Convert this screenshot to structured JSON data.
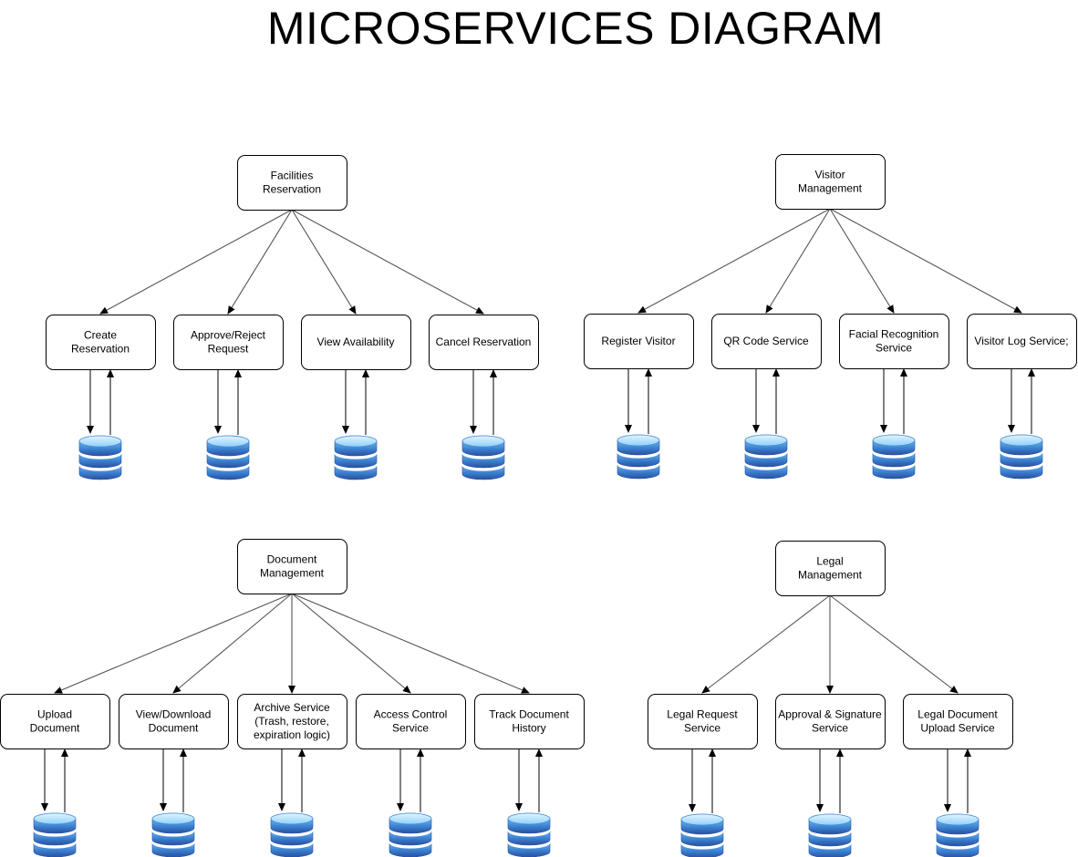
{
  "title": "MICROSERVICES DIAGRAM",
  "colors": {
    "db_top": "#bfe6ff",
    "db_mid": "#3f8fd6",
    "db_dark": "#2a5aa8",
    "stroke": "#000000"
  },
  "groups": [
    {
      "id": "facilities",
      "root": [
        "Facilities",
        "Reservation"
      ],
      "children": [
        [
          "Create",
          "Reservation"
        ],
        [
          "Approve/Reject",
          "Request"
        ],
        [
          "View Availability"
        ],
        [
          "Cancel Reservation"
        ]
      ]
    },
    {
      "id": "visitor",
      "root": [
        "Visitor",
        "Management"
      ],
      "children": [
        [
          "Register Visitor"
        ],
        [
          "QR Code Service"
        ],
        [
          "Facial Recognition",
          "Service"
        ],
        [
          "Visitor Log Service;"
        ]
      ]
    },
    {
      "id": "document",
      "root": [
        "Document",
        "Management"
      ],
      "children": [
        [
          "Upload",
          "Document"
        ],
        [
          "View/Download",
          "Document"
        ],
        [
          "Archive Service",
          "(Trash, restore,",
          "expiration logic)"
        ],
        [
          "Access Control",
          "Service"
        ],
        [
          "Track Document",
          "History"
        ]
      ]
    },
    {
      "id": "legal",
      "root": [
        "Legal",
        "Management"
      ],
      "children": [
        [
          "Legal Request",
          "Service"
        ],
        [
          "Approval & Signature",
          "Service"
        ],
        [
          "Legal Document",
          "Upload Service"
        ]
      ]
    }
  ]
}
